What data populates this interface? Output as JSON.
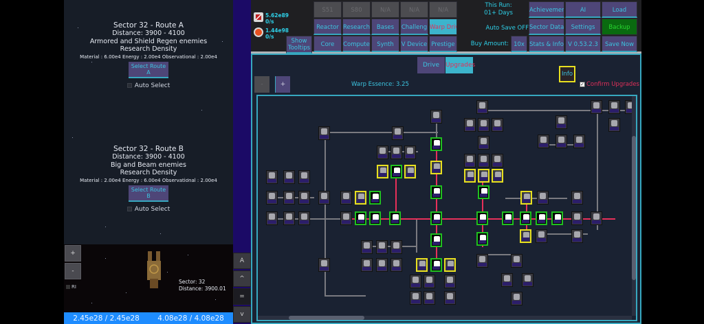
{
  "routes": [
    {
      "title": "Sector 32 - Route A",
      "distance": "Distance: 3900 - 4100",
      "enemies": "Armored and Shield Regen enemies",
      "density_label": "Research Density",
      "density": "Material : 6.00e4 Energy : 2.00e4 Observational : 2.00e4",
      "button": "Select Route A",
      "auto_select": "Auto Select"
    },
    {
      "title": "Sector 32 - Route B",
      "distance": "Distance: 3900 - 4100",
      "enemies": "Big and Beam enemies",
      "density_label": "Research Density",
      "density": "Material : 2.00e4 Energy : 6.00e4 Observational : 2.00e4",
      "button": "Select Route B",
      "auto_select": "Auto Select"
    }
  ],
  "ship_view": {
    "zoom_in": "+",
    "zoom_out": "-",
    "ri_label": "RI",
    "sector": "Sector: 32",
    "distance": "Distance: 3900.01"
  },
  "bottom_bar": {
    "hull": "2.45e28 / 2.45e28",
    "shield": "4.08e28 / 4.08e28"
  },
  "side_buttons": [
    "A",
    "^",
    "=",
    "v"
  ],
  "resources": [
    {
      "icon": "red-slash-icon",
      "amount": "5.62e89",
      "rate": "0/s"
    },
    {
      "icon": "orange-circle-icon",
      "amount": "1.44e98",
      "rate": "0/s"
    }
  ],
  "top_bar": {
    "show_tooltips": "Show Tooltips",
    "row1": [
      "S51",
      "S80",
      "N/A",
      "N/A",
      "N/A"
    ],
    "row2": [
      "Reactor",
      "Research",
      "Bases",
      "Challeng",
      "Warp Driv"
    ],
    "row3": [
      "Core",
      "Compute",
      "Synth",
      "V Device",
      "Prestige"
    ],
    "this_run_label": "This Run:",
    "this_run_value": "01+ Days",
    "auto_save": "Auto Save OFF",
    "buy_amount_label": "Buy Amount:",
    "buy_amount_value": "10x",
    "right_col1": [
      "Achievemen",
      "Sector Data",
      "Stats & Info"
    ],
    "right_col2": [
      "AI",
      "Settings",
      "V 0.53.2.3"
    ],
    "right_col3": [
      "Load",
      "Backup",
      "Save Now"
    ]
  },
  "upgrade_panel": {
    "tabs": [
      "Drive",
      "Upgrades"
    ],
    "active_tab": "Upgrades",
    "minus": "-",
    "plus": "+",
    "warp_essence": "Warp Essence: 3.25",
    "info": "Info",
    "confirm_upgrades": "Confirm Upgrades",
    "confirm_checked": true
  },
  "colors": {
    "accent_cyan": "#3cc4e0",
    "button_purple": "#4e4678",
    "selected_tab": "#3cb4cc",
    "alert_red": "#e0305a",
    "backup_green": "#0a6a10",
    "hp_bar_blue": "#1e8cff",
    "owned_node_border": "#20c020",
    "available_node_border": "#e8e020"
  }
}
